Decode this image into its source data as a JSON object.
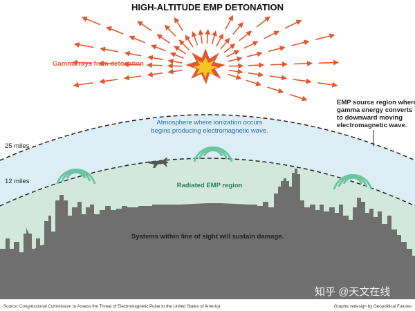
{
  "title": "HIGH-ALTITUDE EMP DETONATION",
  "labels": {
    "gamma": "Gamma rays from detonation",
    "atmosphere_line1": "Atmosphere where ionization occurs",
    "atmosphere_line2": "begins producing electromagnetic wave.",
    "source_line1": "EMP source region where",
    "source_line2": "gamma energy converts",
    "source_line3": "to downward moving",
    "source_line4": "electromagnetic wave.",
    "altitude_25": "25 miles",
    "altitude_12": "12 miles",
    "radiated": "Radiated EMP region",
    "damage": "Systems within line of sight will sustain damage."
  },
  "footer": {
    "source": "Source:  Congressional Commission to Assess the Threat of Electromagnetic Pulse to the United States of America",
    "credit": "Graphic redesign by Geopolitical Futures"
  },
  "watermark": "知乎 @天文在线",
  "colors": {
    "atmosphere": "#dcedf6",
    "radiated_zone": "#d2e8dc",
    "earth": "#6f6f6f",
    "ray": "#e4572e",
    "wave": "#6cc5a0",
    "burst_outer": "#e4572e",
    "burst_inner": "#f7c522"
  }
}
